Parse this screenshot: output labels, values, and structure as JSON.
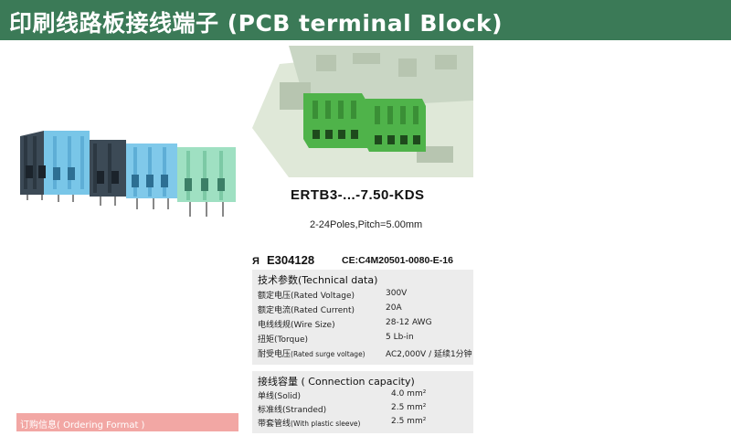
{
  "header": {
    "title": "印刷线路板接线端子 (PCB terminal Block)"
  },
  "product": {
    "model": "ERTB3-...-7.50-KDS",
    "poles_pitch": "2-24Poles,Pitch=5.00mm"
  },
  "certifications": {
    "ul": "E304128",
    "ce": "CE:C4M20501-0080-E-16"
  },
  "technical": {
    "title": "技术参数(Technical data)",
    "rows": [
      {
        "label": "额定电压(Rated Voltage)",
        "value": "300V"
      },
      {
        "label": "额定电流(Rated Current)",
        "value": "20A"
      },
      {
        "label": "电线线规(Wire Size)",
        "value": "28-12 AWG"
      },
      {
        "label": "扭矩(Torque)",
        "value": "5 Lb-in"
      },
      {
        "label_main": "耐受电压",
        "label_small": "(Rated surge voltage)",
        "value": "AC2,000V / 延续1分钟"
      }
    ]
  },
  "capacity": {
    "title": "接线容量 ( Connection capacity)",
    "rows": [
      {
        "label": "单线(Solid)",
        "value": "4.0 mm²"
      },
      {
        "label": "标准线(Stranded)",
        "value": "2.5 mm²"
      },
      {
        "label_main": "带套管线",
        "label_small": "(With plastic sleeve)",
        "value": "2.5 mm²"
      }
    ]
  },
  "ordering": {
    "label": "订购信息( Ordering  Format )"
  },
  "colors": {
    "header": "#3b7a57",
    "order_bar": "#f2a7a4",
    "spec_bg": "#ececec",
    "green_block": "#4fb34a"
  }
}
